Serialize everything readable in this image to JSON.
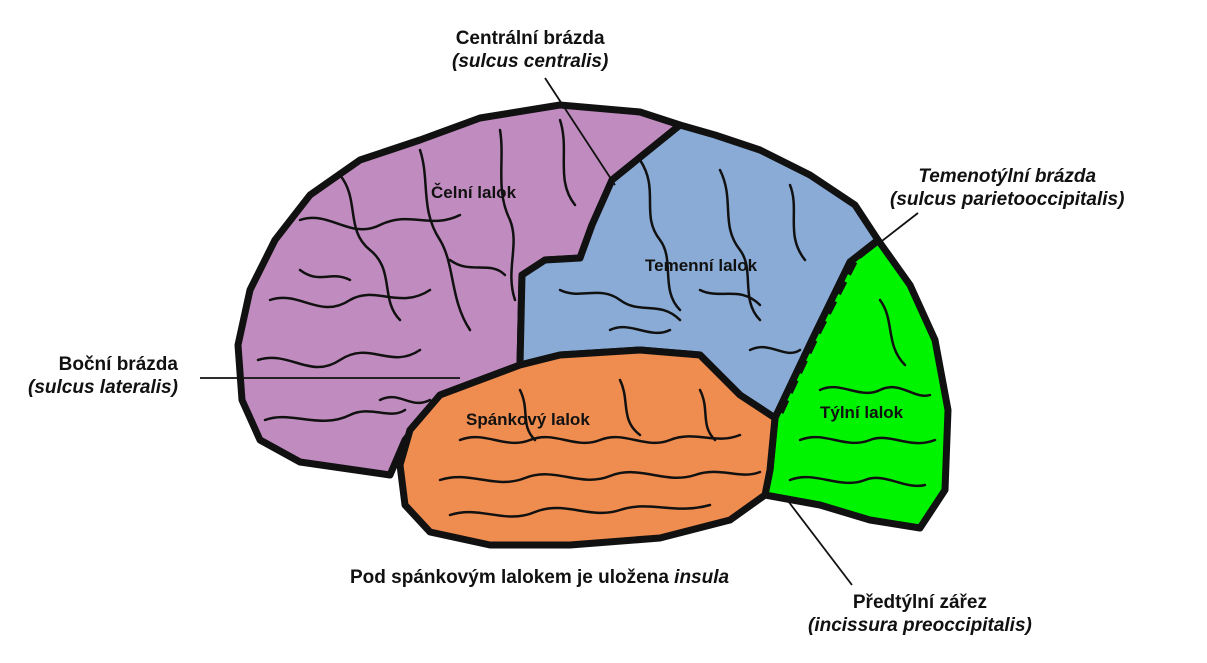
{
  "labels": {
    "central_sulcus": {
      "name": "Centrální brázda",
      "latin": "(sulcus centralis)"
    },
    "parieto_occipital_sulcus": {
      "name": "Temenotýlní brázda",
      "latin": "(sulcus parietooccipitalis)"
    },
    "lateral_sulcus": {
      "name": "Boční brázda",
      "latin": "(sulcus lateralis)"
    },
    "insula_note": {
      "text": "Pod spánkovým lalokem je uložena ",
      "italic": "insula"
    },
    "preoccipital_notch": {
      "name": "Předtýlní zářez",
      "latin": "(incissura preoccipitalis)"
    }
  },
  "lobes": {
    "frontal": "Čelní lalok",
    "parietal": "Temenní  lalok",
    "temporal": "Spánkový lalok",
    "occipital": "Týlní lalok"
  },
  "colors": {
    "frontal": "#c08cbf",
    "parietal": "#8aabd6",
    "temporal": "#ef8c4f",
    "occipital": "#00f400",
    "outline": "#111111"
  }
}
